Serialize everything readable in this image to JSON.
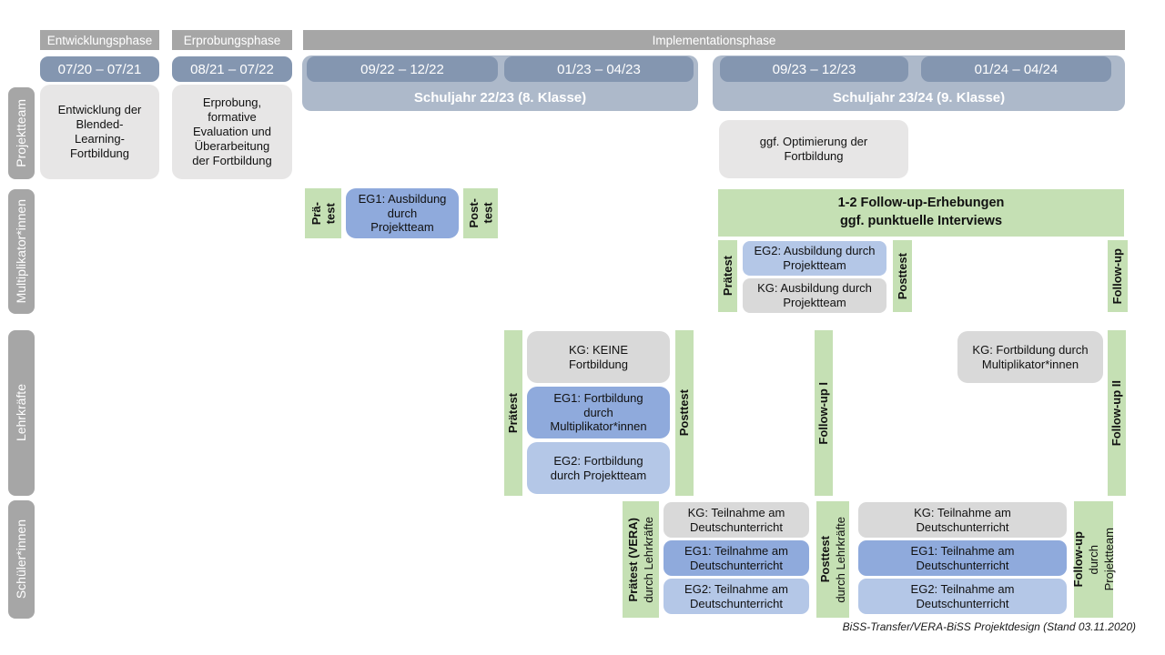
{
  "caption": "BiSS-Transfer/VERA-BiSS Projektdesign (Stand 03.11.2020)",
  "phases": [
    "Entwicklungsphase",
    "Erprobungsphase",
    "Implementationsphase"
  ],
  "dates": [
    "07/20 – 07/21",
    "08/21 – 07/22",
    "09/22 – 12/22",
    "01/23 – 04/23",
    "09/23 – 12/23",
    "01/24 – 04/24"
  ],
  "school_years": [
    "Schuljahr 22/23 (8. Klasse)",
    "Schuljahr 23/24 (9. Klasse)"
  ],
  "row_labels": [
    "Projektteam",
    "Multiplikator*innen",
    "Lehrkräfte",
    "Schüler*innen"
  ],
  "projektteam": {
    "entwicklung": "Entwicklung der\nBlended-\nLearning-\nFortbildung",
    "erprobung": "Erprobung,\nformative\nEvaluation und\nÜberarbeitung\nder Fortbildung",
    "optimierung": "ggf. Optimierung der\nFortbildung"
  },
  "multiplikatoren": {
    "praetest_kurz": "Prä-\ntest",
    "eg1": "EG1: Ausbildung\ndurch\nProjektteam",
    "posttest_kurz": "Post-\ntest",
    "followup_erhebungen": "1-2 Follow-up-Erhebungen\nggf. punktuelle Interviews",
    "praetest": "Prätest",
    "eg2": "EG2: Ausbildung durch\nProjektteam",
    "kg": "KG: Ausbildung durch\nProjektteam",
    "posttest": "Posttest",
    "followup": "Follow-up"
  },
  "lehrkraefte": {
    "praetest": "Prätest",
    "kg": "KG: KEINE\nFortbildung",
    "eg1": "EG1: Fortbildung\ndurch\nMultiplikator*innen",
    "eg2": "EG2: Fortbildung\ndurch Projektteam",
    "posttest": "Posttest",
    "followup1": "Follow-up I",
    "kg_multiplikatoren": "KG: Fortbildung durch\nMultiplikator*innen",
    "followup2": "Follow-up II"
  },
  "schueler": {
    "praetest": "Prätest (VERA)",
    "praetest_durch": "durch Lehrkräfte",
    "kg": "KG: Teilnahme am\nDeutschunterricht",
    "eg1": "EG1: Teilnahme am\nDeutschunterricht",
    "eg2": "EG2: Teilnahme am\nDeutschunterricht",
    "posttest": "Posttest",
    "posttest_durch": "durch Lehrkräfte",
    "followup": "Follow-up",
    "followup_durch": "durch",
    "followup_projektteam": "Projektteam"
  },
  "colors": {
    "phase_bar": "#a6a6a6",
    "row_label_bar": "#a6a6a6",
    "date_pill": "#8496b0",
    "school_year_band": "#adb9ca",
    "projektteam_box": "#e7e6e6",
    "kg_box": "#d9d9d9",
    "eg1_box": "#8faadc",
    "eg2_box": "#b4c7e7",
    "green_test_bar": "#c5e0b4"
  }
}
